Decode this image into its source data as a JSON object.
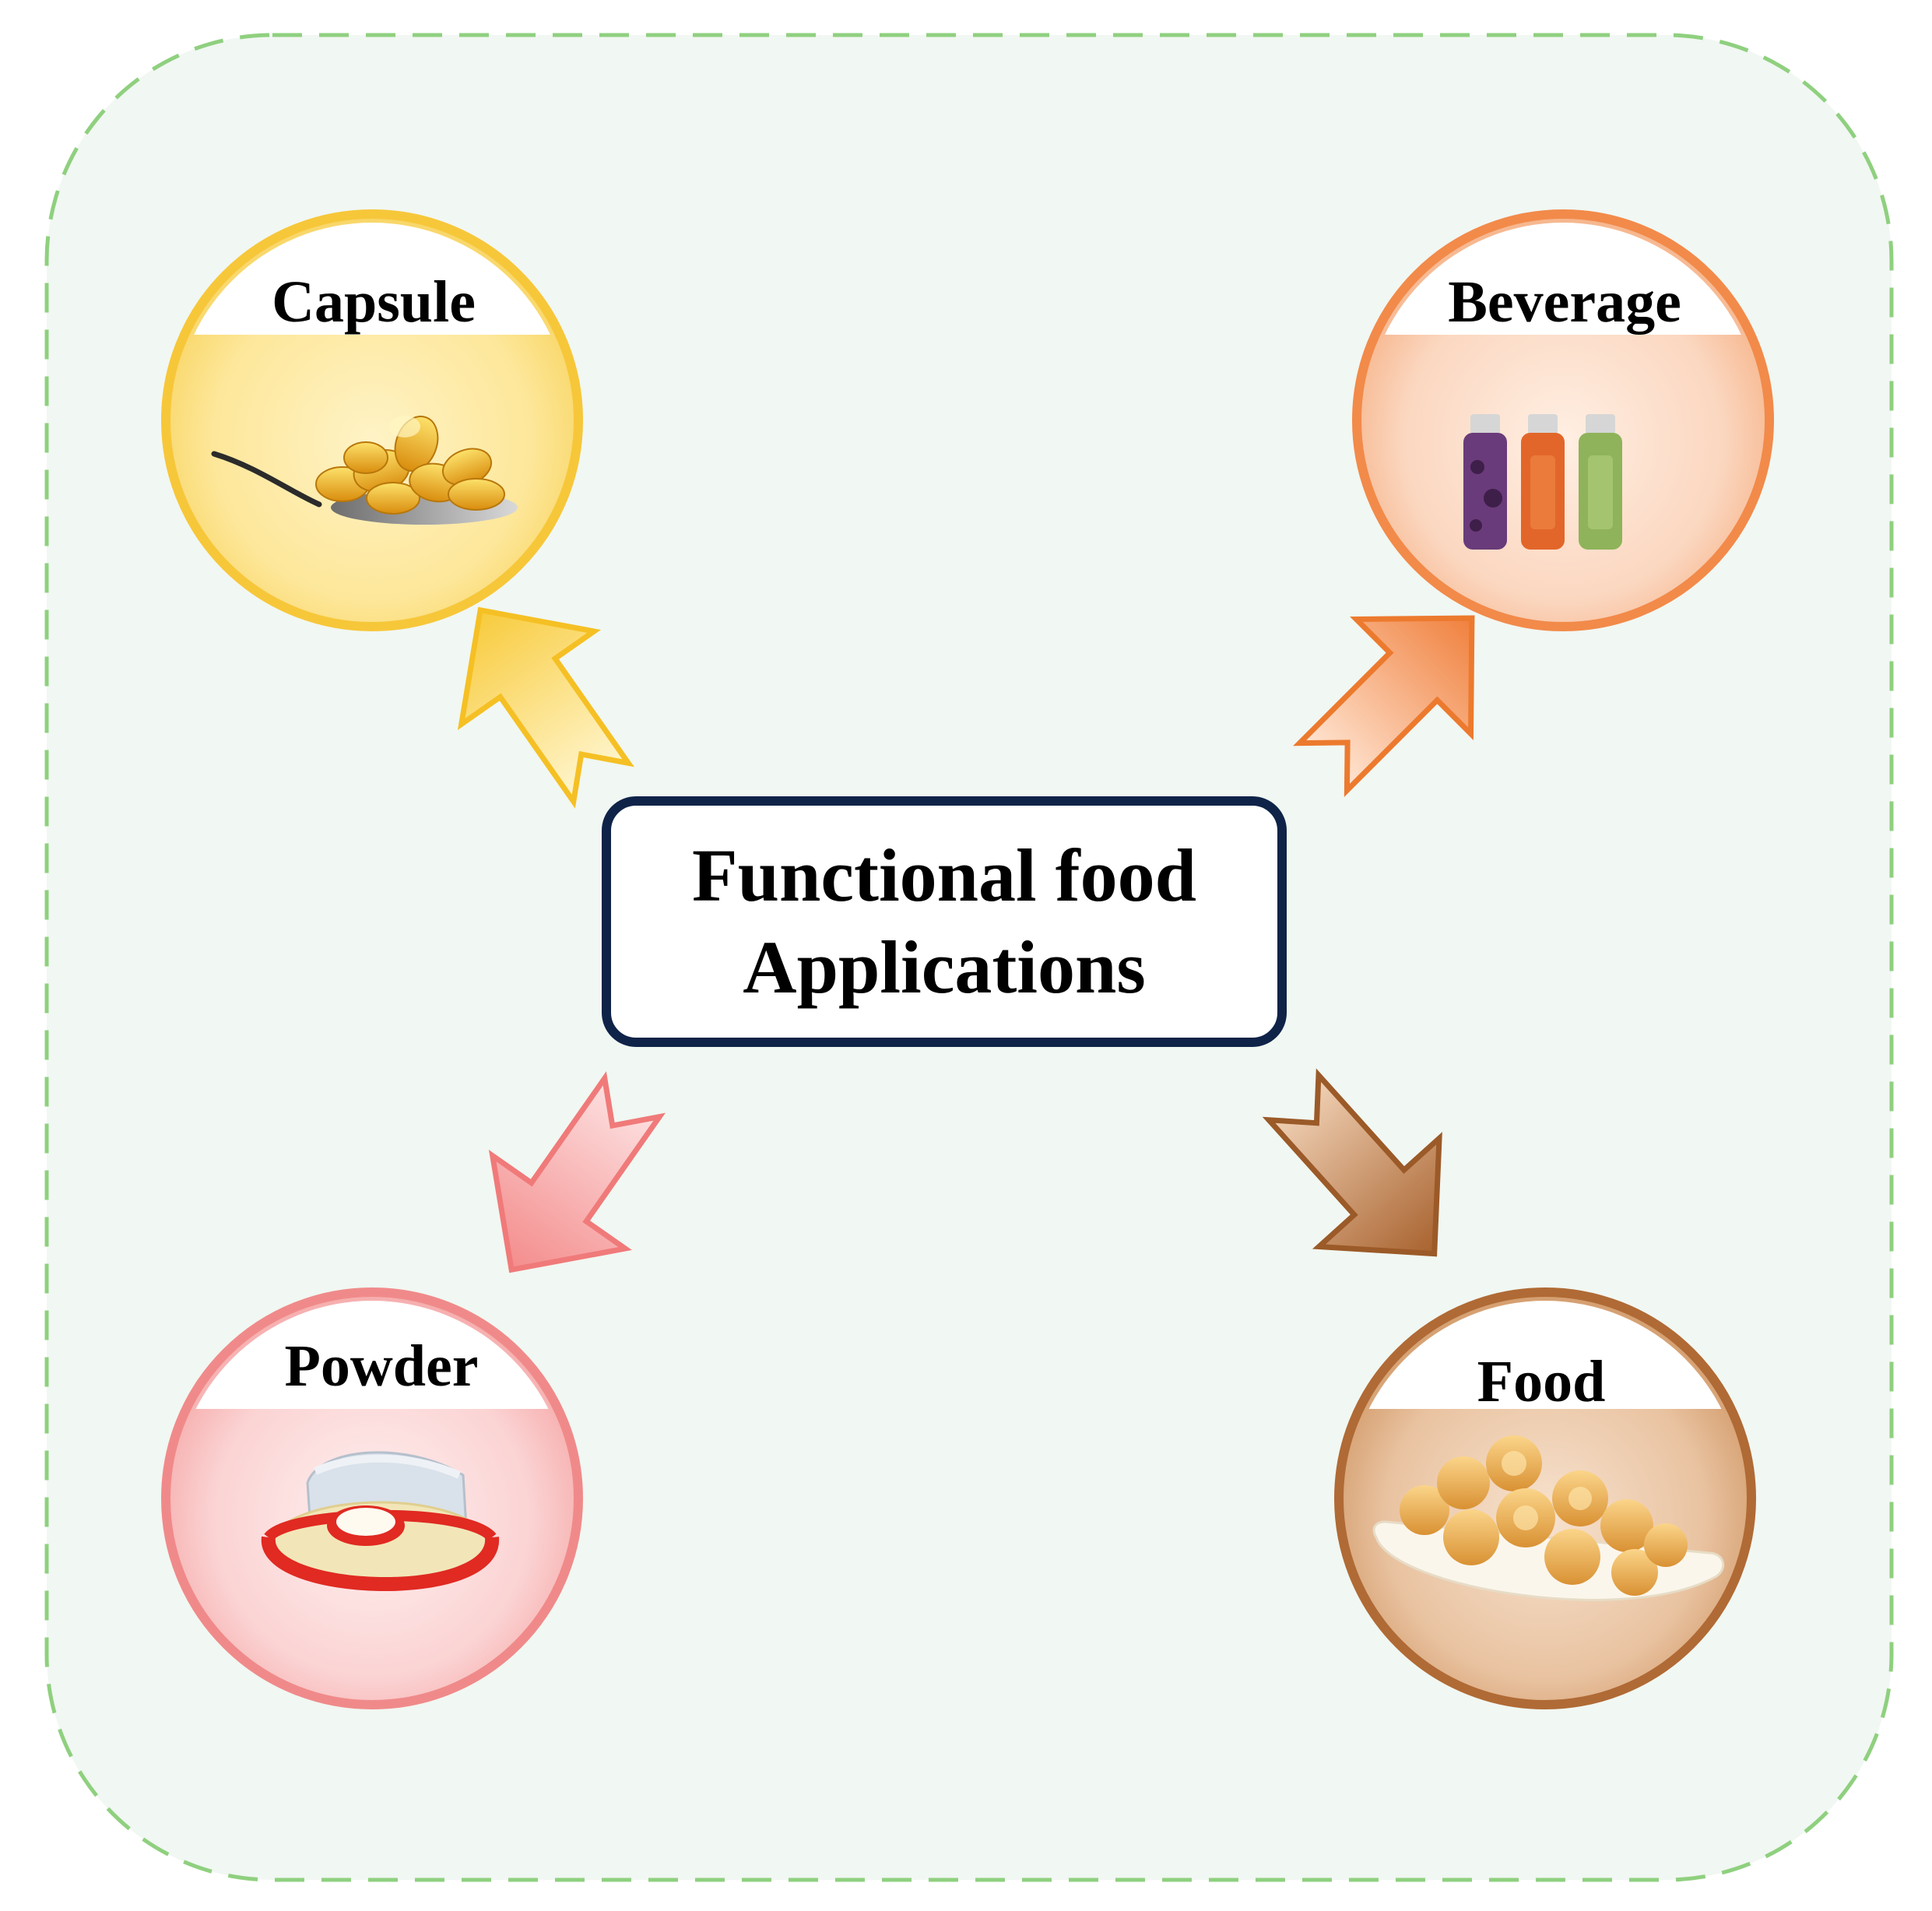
{
  "diagram": {
    "center": {
      "line1": "Functional food",
      "line2": "Applications"
    },
    "nodes": [
      {
        "id": "capsule",
        "label": "Capsule",
        "accent": "#f7c73a",
        "fill": "#fde79a",
        "icon": "capsules-on-spoon-icon"
      },
      {
        "id": "beverage",
        "label": "Beverage",
        "accent": "#f28a4a",
        "fill": "#fbd7c0",
        "icon": "juice-bottles-icon"
      },
      {
        "id": "powder",
        "label": "Powder",
        "accent": "#f08a8a",
        "fill": "#fbd3d3",
        "icon": "powder-scoop-icon"
      },
      {
        "id": "food",
        "label": "Food",
        "accent": "#b06a35",
        "fill": "#e9c3a1",
        "icon": "cookies-plate-icon"
      }
    ],
    "colors": {
      "panel_fill": "#f1f7f2",
      "panel_border": "#8fd07f",
      "center_border": "#0f2348"
    }
  }
}
